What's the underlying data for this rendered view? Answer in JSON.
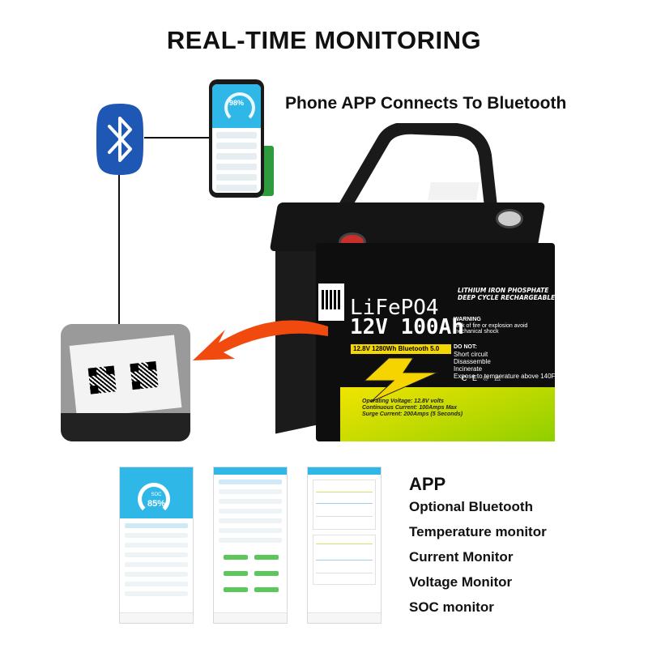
{
  "header": {
    "title": "REAL-TIME MONITORING",
    "subtitle": "Phone APP Connects To Bluetooth"
  },
  "phone": {
    "soc_percent": "98%"
  },
  "battery": {
    "chemistry_line1": "LITHIUM IRON PHOSPHATE",
    "chemistry_line2": "DEEP CYCLE RECHARGEABLE BATTERY",
    "brand": "LiFePO4",
    "spec": "12V 100Ah",
    "strip": "12.8V 1280Wh  Bluetooth 5.0",
    "warning_title": "WARNING",
    "warning_text": "Risk of fire or explosion avoid mechanical shock",
    "donot_title": "DO NOT:",
    "donot_items": [
      "Short circuit",
      "Disassemble",
      "Incinerate",
      "Expose to temperature above 140F"
    ],
    "band_lines": [
      "Operating Voltage: 12.8V volts",
      "Continuous Current: 100Amps Max",
      "Surge Current: 200Amps (5 Seconds)"
    ],
    "cert_marks": "C E ♲ ⚠"
  },
  "app_screens": {
    "soc_label": "SOC",
    "soc_value": "85%"
  },
  "features": {
    "title": "APP",
    "items": [
      "Optional Bluetooth",
      "Temperature monitor",
      "Current Monitor",
      "Voltage Monitor",
      "SOC monitor"
    ]
  },
  "colors": {
    "app_accent": "#2fb7e8",
    "bluetooth_blue": "#1f57b5",
    "arrow_orange": "#f04a0e",
    "battery_band": "#d9e200"
  },
  "icons": [
    "bluetooth-icon",
    "lightning-bolt-icon",
    "arrow-icon"
  ]
}
